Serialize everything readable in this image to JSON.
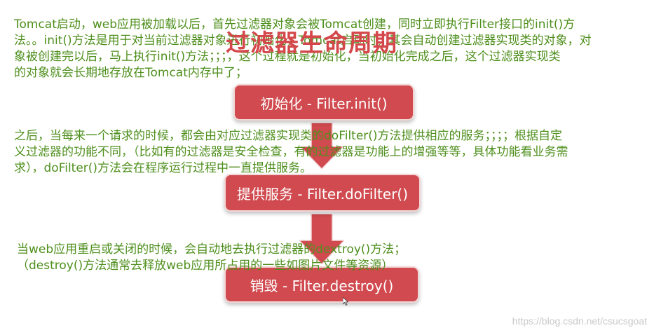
{
  "title": "过滤器生命周期",
  "notes": {
    "init": [
      "Tomcat启动，web应用被加载以后，首先过滤器对象会被Tomcat创建，同时立即执行Filter接口的init()方",
      "法。。init()方法是用于对当前过滤器对象进行初始化，Tomcat启动时，其会自动创建过滤器实现类的对象，对",
      "象被创建完以后，马上执行init()方法；；；，这个过程就是初始化，当初始化完成之后，这个过滤器实现类",
      "的对象就会长期地存放在Tomcat内存中了；"
    ],
    "service": [
      "之后，当每来一个请求的时候，都会由对应过滤器实现类的doFilter()方法提供相应的服务；；；；根据自定",
      "义过滤器的功能不同，（比如有的过滤器是安全检查，有的过滤器是功能上的增强等等，具体功能看业务需",
      "求），doFilter()方法会在程序运行过程中一直提供服务。"
    ],
    "destroy": [
      "当web应用重启或关闭的时候，会自动地去执行过滤器的dextroy()方法；",
      "（destroy()方法通常去释放web应用所占用的一些如图片文件等资源）"
    ]
  },
  "stages": {
    "init": "初始化 - Filter.init()",
    "service": "提供服务 - Filter.doFilter()",
    "destroy": "销毁 - Filter.destroy()"
  },
  "watermark": "https://blog.csdn.net/csucsgoat",
  "colors": {
    "note_text": "#4e8f1c",
    "title": "#d4474b",
    "stage_fill": "#d04a4f",
    "arrow_fill": "#d04a4f",
    "stage_text": "#ffffff"
  }
}
